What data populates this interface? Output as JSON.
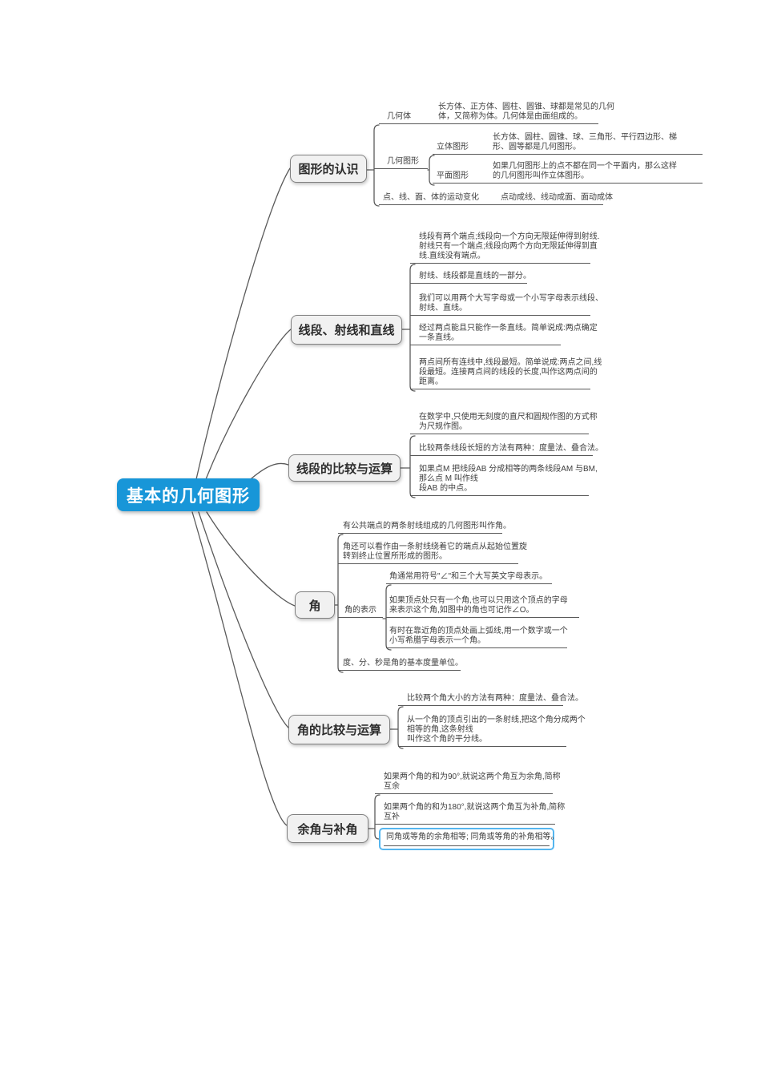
{
  "colors": {
    "root_bg": "#1896d8",
    "root_text": "#ffffff",
    "node_bg": "#f1f1f1",
    "node_border": "#808080",
    "line": "#5a5a5a",
    "text": "#3e3e3e",
    "highlight_border": "#55b6ef"
  },
  "root": {
    "label": "基本的几何图形"
  },
  "branches": [
    {
      "label": "图形的认识",
      "children": [
        {
          "label": "几何体",
          "lines": [
            "长方体、正方体、圆柱、圆锥、球都是常见的几何",
            "体，又简称为体。几何体是由面组成的。"
          ]
        },
        {
          "label": "几何图形",
          "children": [
            {
              "label": "立体图形",
              "lines": [
                "长方体、圆柱、圆锥、球、三角形、平行四边形、梯",
                "形、圆等都是几何图形。"
              ]
            },
            {
              "label": "平面图形",
              "lines": [
                "如果几何图形上的点不都在同一个平面内，那么这样",
                "的几何图形叫作立体图形。"
              ]
            }
          ]
        },
        {
          "label": "点、线、面、体的运动变化",
          "lines": [
            "点动成线、线动成面、面动成体"
          ]
        }
      ]
    },
    {
      "label": "线段、射线和直线",
      "children": [
        {
          "lines": [
            "线段有两个端点;线段向一个方向无限延伸得到射线.",
            "射线只有一个端点;线段向两个方向无限延伸得到直",
            "线.直线没有端点。"
          ]
        },
        {
          "lines": [
            "射线、线段都是直线的一部分。"
          ]
        },
        {
          "lines": [
            "我们可以用两个大写字母或一个小写字母表示线段、",
            "射线、直线。"
          ]
        },
        {
          "lines": [
            "经过两点能且只能作一条直线。简单说成:两点确定",
            "一条直线。"
          ]
        },
        {
          "lines": [
            "两点间所有连线中,线段最短。简单说成:两点之间,线",
            "段最短。连接两点间的线段的长度,叫作这两点间的",
            "距离。"
          ]
        }
      ]
    },
    {
      "label": "线段的比较与运算",
      "children": [
        {
          "lines": [
            "在数学中,只使用无刻度的直尺和圆规作图的方式称",
            "为尺规作图。"
          ]
        },
        {
          "lines": [
            "比较两条线段长短的方法有两种：度量法、叠合法。"
          ]
        },
        {
          "lines": [
            "如果点M 把线段AB 分成相等的两条线段AM 与BM,",
            "那么点 M 叫作线",
            "段AB 的中点。"
          ]
        }
      ]
    },
    {
      "label": "角",
      "children": [
        {
          "lines": [
            "有公共端点的两条射线组成的几何图形叫作角。"
          ]
        },
        {
          "lines": [
            "角还可以看作由一条射线绕着它的端点从起始位置旋",
            "转到终止位置所形成的图形。"
          ]
        },
        {
          "label": "角的表示",
          "children": [
            {
              "lines": [
                "角通常用符号\"∠\"和三个大写英文字母表示。"
              ]
            },
            {
              "lines": [
                "如果顶点处只有一个角,也可以只用这个顶点的字母",
                "来表示这个角,如图中的角也可记作∠O。"
              ]
            },
            {
              "lines": [
                "有时在靠近角的顶点处画上弧线,用一个数字或一个",
                "小写希腊字母表示一个角。"
              ]
            }
          ]
        },
        {
          "lines": [
            "度、分、秒是角的基本度量单位。"
          ]
        }
      ]
    },
    {
      "label": "角的比较与运算",
      "children": [
        {
          "lines": [
            "比较两个角大小的方法有两种：度量法、叠合法。"
          ]
        },
        {
          "lines": [
            "从一个角的顶点引出的一条射线,把这个角分成两个",
            "相等的角,这条射线",
            "叫作这个角的平分线。"
          ]
        }
      ]
    },
    {
      "label": "余角与补角",
      "children": [
        {
          "lines": [
            "如果两个角的和为90°,就说这两个角互为余角,简称",
            "互余"
          ]
        },
        {
          "lines": [
            "如果两个角的和为180°,就说这两个角互为补角,简称",
            "互补"
          ]
        },
        {
          "highlighted": true,
          "lines": [
            "同角或等角的余角相等; 同角或等角的补角相等。"
          ]
        }
      ]
    }
  ]
}
